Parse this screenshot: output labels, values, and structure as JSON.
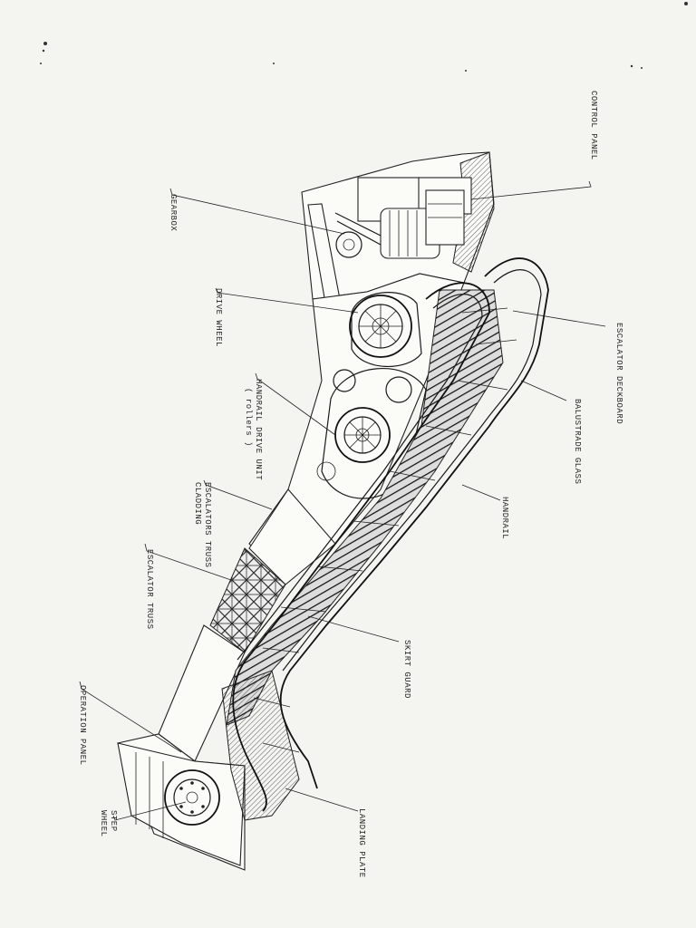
{
  "diagram": {
    "labels": {
      "control_panel": "CONTROL PANEL",
      "gearbox": "GEARBOX",
      "drive_wheel": "DRIVE WHEEL",
      "handrail_drive_unit_line1": "HANDRAIL DRIVE UNIT",
      "handrail_drive_unit_line2": "( rollers )",
      "escalator_deckboard": "ESCALATOR DECKBOARD",
      "balustrade_glass": "BALUSTRADE GLASS",
      "escalators_truss_cladding_line1": "ESCALATORS TRUSS",
      "escalators_truss_cladding_line2": "CLADDING",
      "handrail": "HANDRAIL",
      "escalator_truss": "ESCALATOR TRUSS",
      "skirt_guard": "SKIRT GUARD",
      "operation_panel": "OPERATION PANEL",
      "step_wheel_line1": "STEP",
      "step_wheel_line2": "WHEEL",
      "landing_plate": "LANDING PLATE"
    },
    "colors": {
      "ink": "#222222",
      "paper": "#f4f4f1"
    }
  }
}
